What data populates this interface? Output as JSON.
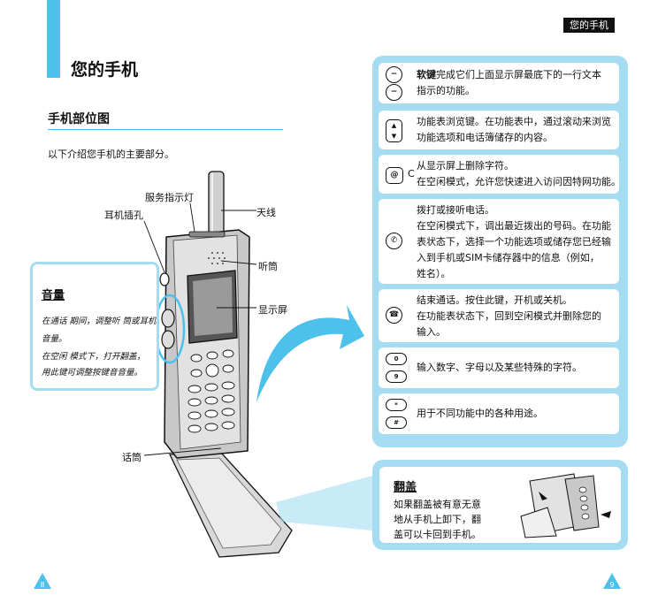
{
  "header_tab": "您的手机",
  "page_title": "您的手机",
  "section_title": "手机部位图",
  "intro": "以下介绍您手机的主要部分。",
  "labels": {
    "service_light": "服务指示灯",
    "headset_jack": "耳机插孔",
    "antenna": "天线",
    "earpiece": "听筒",
    "display": "显示屏",
    "microphone": "话筒"
  },
  "volume": {
    "title": "音量",
    "lines": [
      "在通话 期间，调整听 筒或耳机",
      "音量。",
      "在空闲 模式下，打开翻盖，",
      "用此键可调整按键音音量。"
    ]
  },
  "keys": [
    {
      "lines": [
        {
          "bold": "软键",
          "text": "完成它们上面显示屏最底下的一行文本"
        },
        {
          "bold": "",
          "text": "指示的功能。"
        }
      ]
    },
    {
      "lines": [
        {
          "bold": "",
          "text": "功能表浏览键。在功能表中，通过滚动来浏览"
        },
        {
          "bold": "",
          "text": "功能选项和电话簿储存的内容。"
        }
      ]
    },
    {
      "key_label": "C",
      "lines": [
        {
          "bold": "",
          "text": "从显示屏上删除字符。"
        },
        {
          "bold": "",
          "text": "在空闲模式，允许您快速进入访问因特网功能。"
        }
      ]
    },
    {
      "lines": [
        {
          "bold": "",
          "text": "拨打或接听电话。"
        },
        {
          "bold": "",
          "text": "在空闲模式下，调出最近拨出的号码。在功能"
        },
        {
          "bold": "",
          "text": "表状态下，选择一个功能选项或储存您已经输"
        },
        {
          "bold": "",
          "text": "入到手机或SIM卡储存器中的信息（例如，"
        },
        {
          "bold": "",
          "text": "姓名）。"
        }
      ]
    },
    {
      "lines": [
        {
          "bold": "",
          "text": "结束通话。按住此键，开机或关机。"
        },
        {
          "bold": "",
          "text": "在功能表状态下，回到空闲模式并删除您的"
        },
        {
          "bold": "",
          "text": "输入。"
        }
      ]
    },
    {
      "key_labels": [
        "0",
        "9"
      ],
      "lines": [
        {
          "bold": "",
          "text": "输入数字、字母以及某些特殊的字符。"
        }
      ]
    },
    {
      "key_labels": [
        "*",
        "#"
      ],
      "lines": [
        {
          "bold": "",
          "text": "用于不同功能中的各种用途。"
        }
      ]
    }
  ],
  "flip": {
    "title": "翻盖",
    "lines": [
      "如果翻盖被有意无意",
      "地从手机上卸下，翻",
      "盖可以卡回到手机。"
    ]
  },
  "page_numbers": {
    "left": "8",
    "right": "9"
  },
  "colors": {
    "accent": "#4dc0ec",
    "panel": "#a5dcf2",
    "phone": "#c8c8c8"
  }
}
